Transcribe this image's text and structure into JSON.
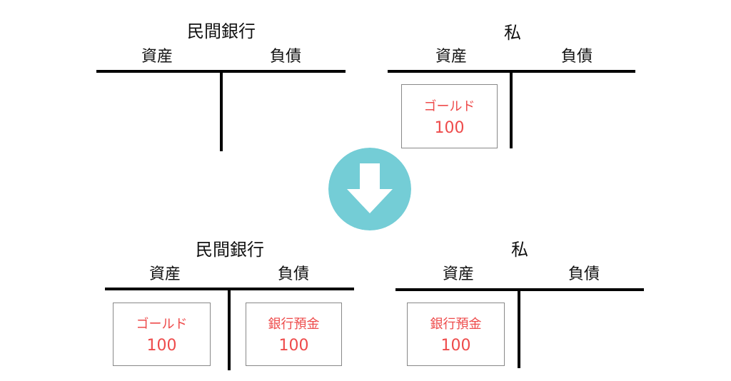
{
  "before": {
    "bank": {
      "title": "民間銀行",
      "assets_label": "資産",
      "liabilities_label": "負債"
    },
    "me": {
      "title": "私",
      "assets_label": "資産",
      "liabilities_label": "負債",
      "assets": [
        {
          "name": "ゴールド",
          "value": "100"
        }
      ]
    }
  },
  "after": {
    "bank": {
      "title": "民間銀行",
      "assets_label": "資産",
      "liabilities_label": "負債",
      "assets": [
        {
          "name": "ゴールド",
          "value": "100"
        }
      ],
      "liabilities": [
        {
          "name": "銀行預金",
          "value": "100"
        }
      ]
    },
    "me": {
      "title": "私",
      "assets_label": "資産",
      "liabilities_label": "負債",
      "assets": [
        {
          "name": "銀行預金",
          "value": "100"
        }
      ]
    }
  },
  "colors": {
    "arrow": "#74CDD6",
    "entry_text": "#ee4b4b"
  },
  "arrow_icon": "arrow-down-icon"
}
